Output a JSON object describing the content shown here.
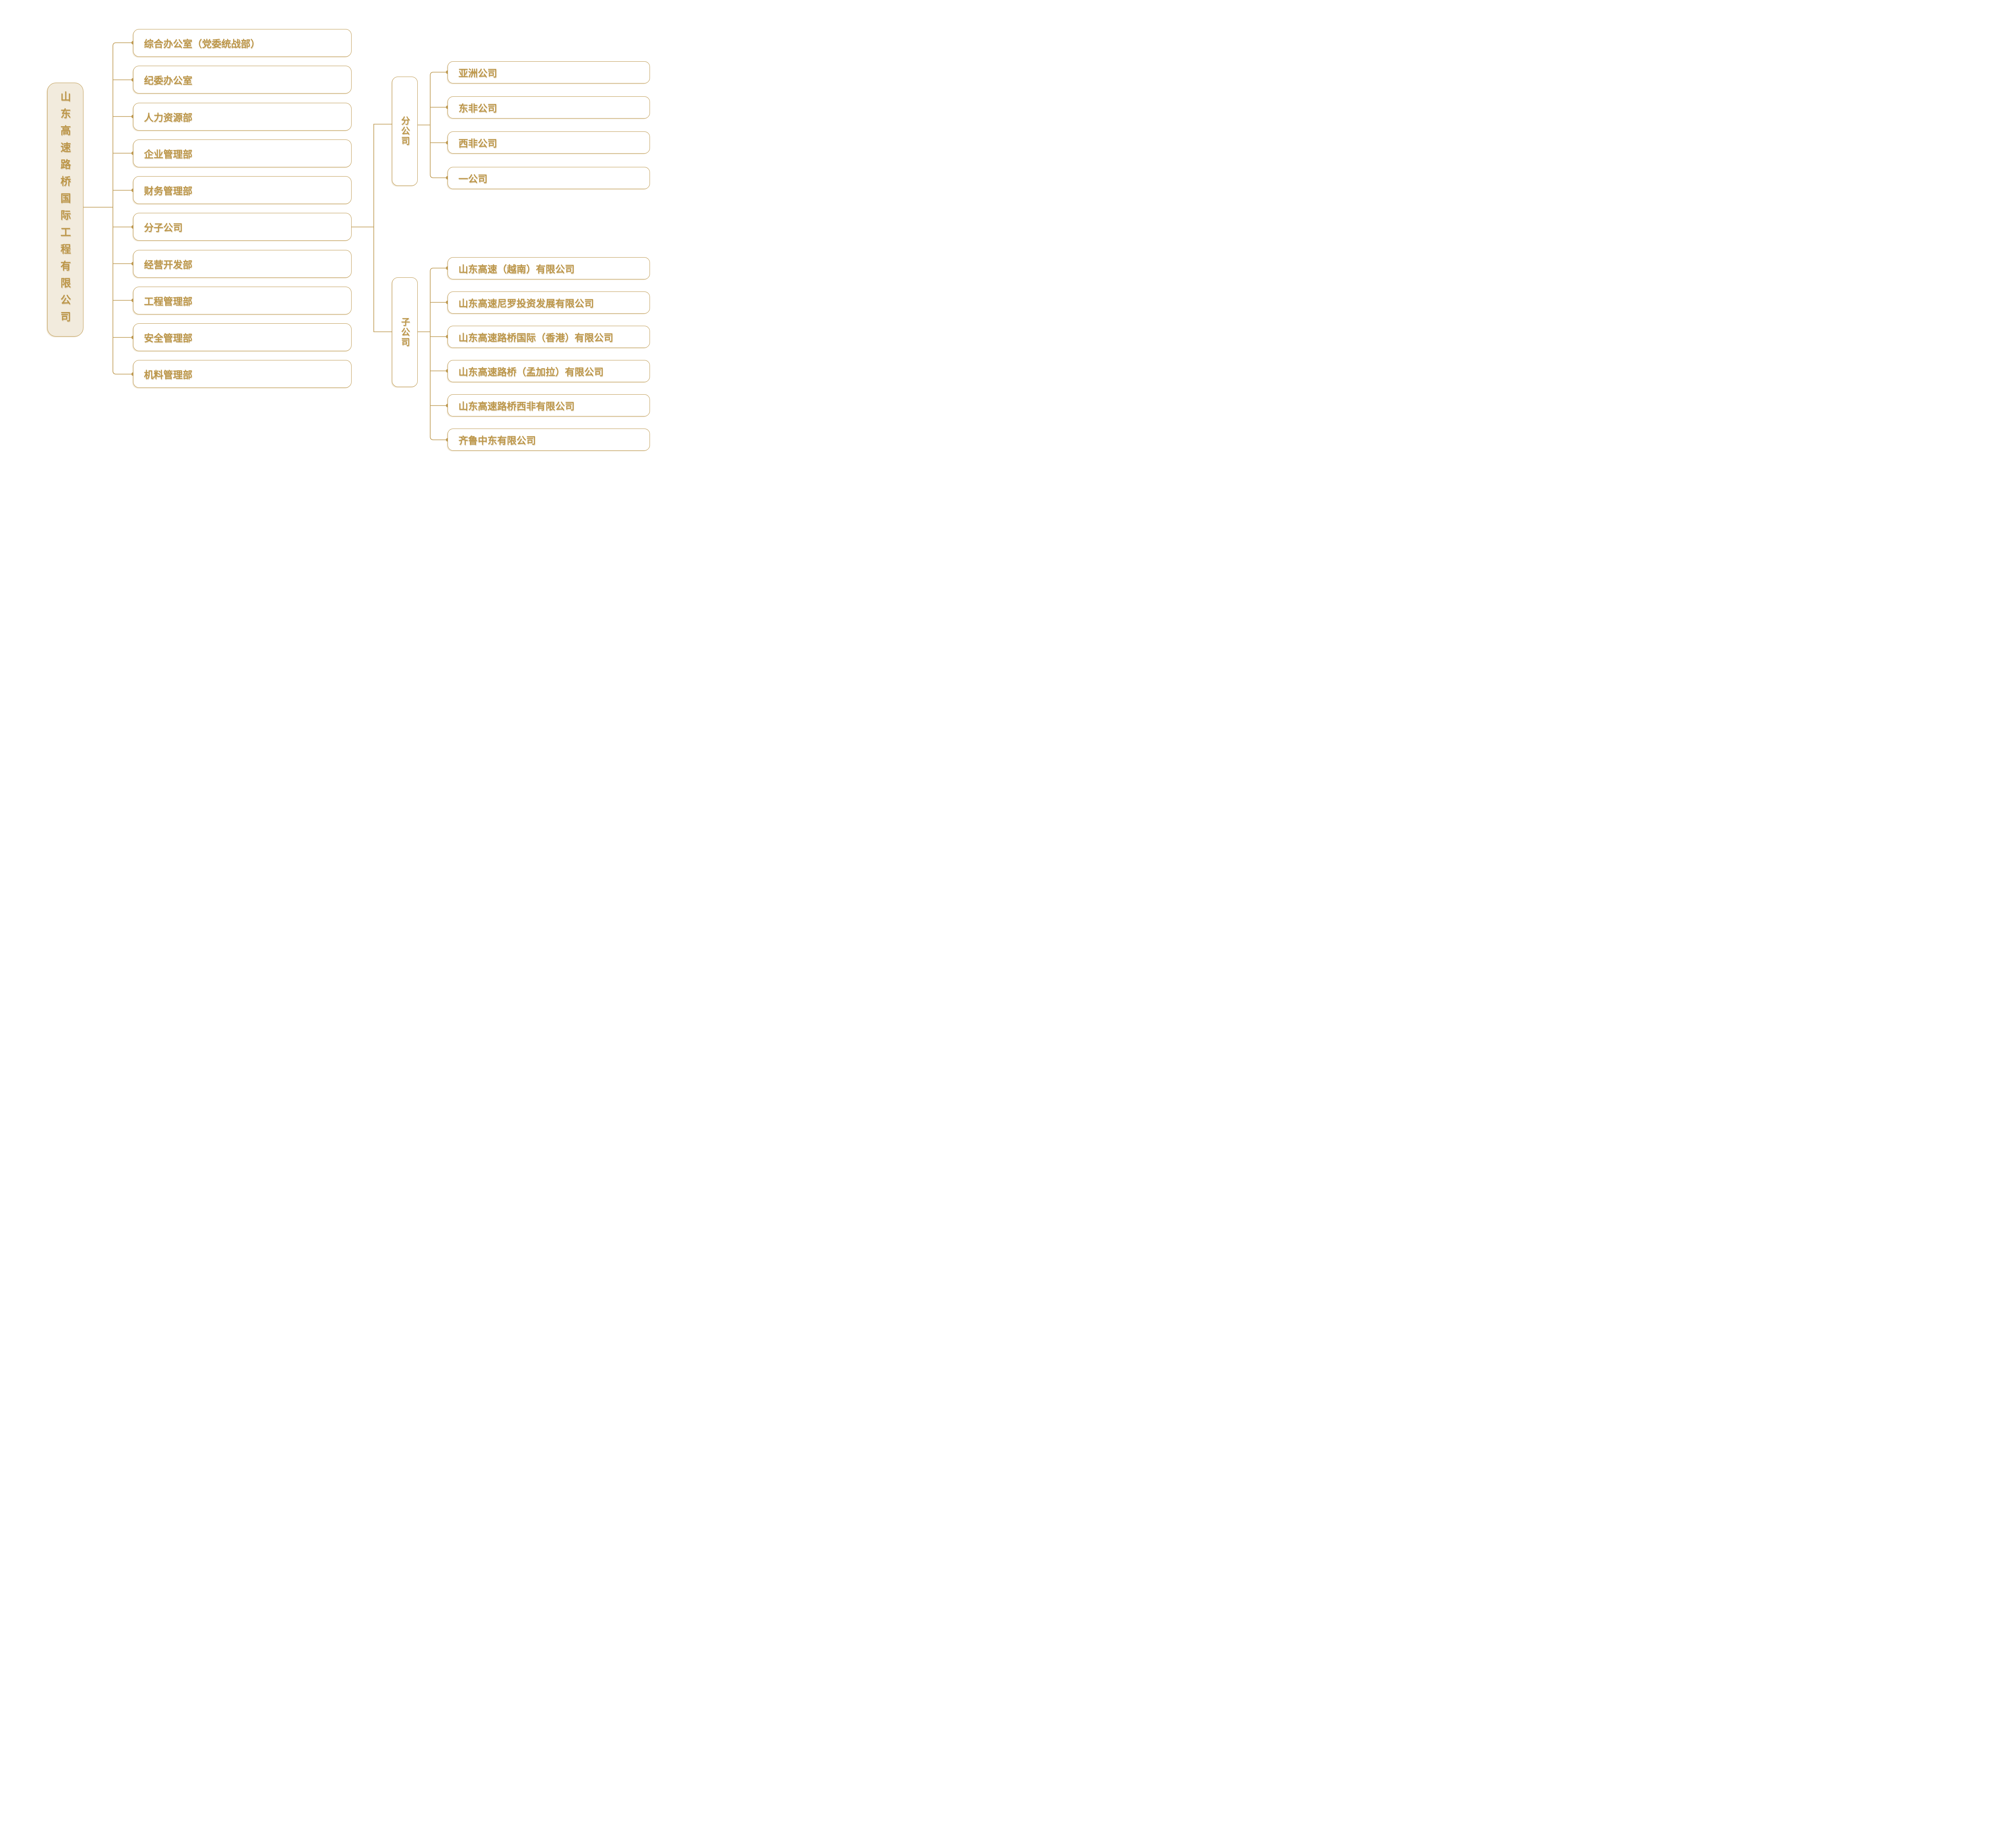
{
  "org": {
    "root": "山东高速路桥国际工程有限公司",
    "departments": [
      "综合办公室（党委统战部）",
      "纪委办公室",
      "人力资源部",
      "企业管理部",
      "财务管理部",
      "分子公司",
      "经营开发部",
      "工程管理部",
      "安全管理部",
      "机料管理部"
    ],
    "groups": [
      {
        "label": "分公司",
        "children": [
          "亚洲公司",
          "东非公司",
          "西非公司",
          "一公司"
        ]
      },
      {
        "label": "子公司",
        "children": [
          "山东高速（越南）有限公司",
          "山东高速尼罗投资发展有限公司",
          "山东高速路桥国际（香港）有限公司",
          "山东高速路桥（孟加拉）有限公司",
          "山东高速路桥西非有限公司",
          "齐鲁中东有限公司"
        ]
      }
    ],
    "colors": {
      "gold_line": "#BE9A52",
      "gold_text": "#BC9649",
      "root_fill": "#F2EBDD",
      "box_fill": "#FFFFFF"
    }
  }
}
